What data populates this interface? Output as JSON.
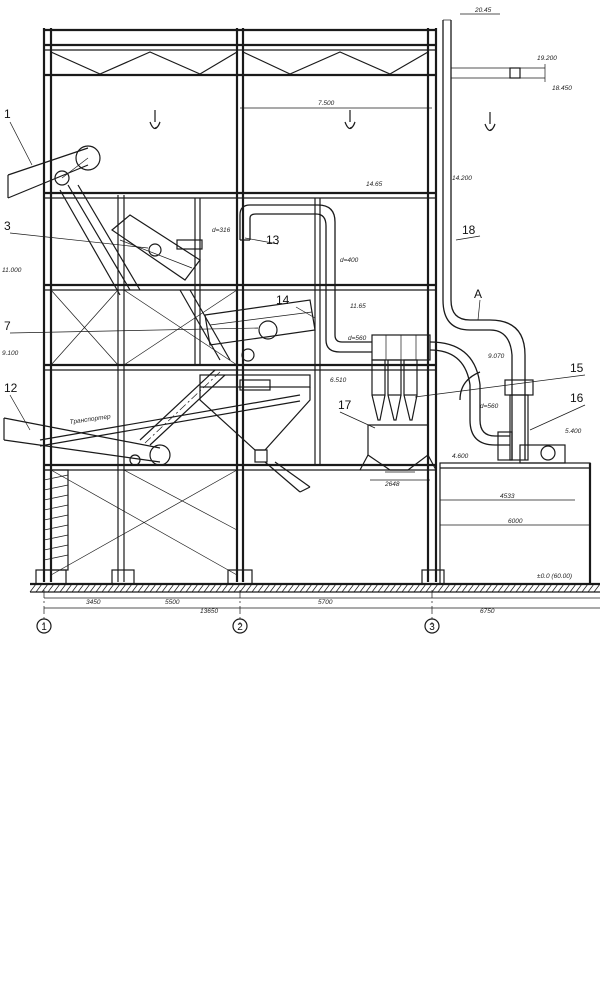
{
  "callouts": {
    "c1": "1",
    "c3": "3",
    "c7": "7",
    "c12": "12",
    "c13": "13",
    "c14": "14",
    "c15": "15",
    "c16": "16",
    "c17": "17",
    "c18": "18",
    "section_a": "А"
  },
  "axes": {
    "a1": "1",
    "a2": "2",
    "a3": "3"
  },
  "dims": {
    "top_elev": "20.45",
    "right_elev": "19.200",
    "right_elev2": "18.450",
    "span_top": "7.500",
    "beam_elev": "14.65",
    "elev_right_top": "14.200",
    "d316": "d=316",
    "d400": "d=400",
    "elev_1165": "11.65",
    "d560": "d=560",
    "elev_9070": "9.070",
    "d_mid": "d=560",
    "elev_5400": "5.400",
    "left_elev_1": "11.000",
    "left_elev_2": "9.100",
    "elev_mid": "6.510",
    "width_2648": "2648",
    "elev_4600": "4.600",
    "dim_4533": "4533",
    "dim_6000": "6000",
    "base_elev": "±0.0 (60.00)",
    "bottom_a": "3450",
    "bottom_b": "5500",
    "bottom_total": "13650",
    "bottom_c": "5700",
    "bottom_d": "6750",
    "inclined_label": "Транспортер"
  }
}
